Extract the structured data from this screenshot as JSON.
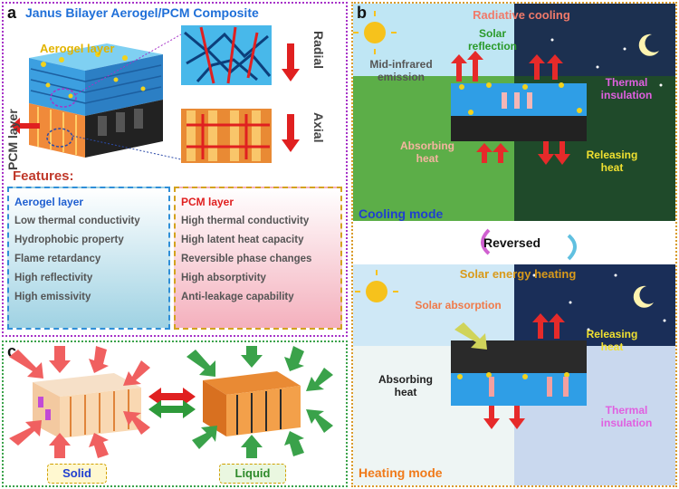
{
  "panel_a": {
    "letter": "a",
    "title": "Janus Bilayer Aerogel/PCM Composite",
    "aerogel_layer_label": "Aerogel layer",
    "pcm_layer_label": "PCM layer",
    "radial_label": "Radial",
    "axial_label": "Axial",
    "features_title": "Features:",
    "aerogel_box": {
      "header": "Aerogel layer",
      "items": [
        "Low thermal conductivity",
        "Hydrophobic property",
        "Flame retardancy",
        "High reflectivity",
        "High emissivity"
      ]
    },
    "pcm_box": {
      "header": "PCM layer",
      "items": [
        "High thermal conductivity",
        "High latent heat capacity",
        "Reversible phase changes",
        "High absorptivity",
        "Anti-leakage capability"
      ]
    }
  },
  "panel_b": {
    "letter": "b",
    "cooling": {
      "radiative_cooling": "Radiative cooling",
      "solar_reflection": "Solar\nreflection",
      "mid_infrared": "Mid-infrared\nemission",
      "thermal_insulation": "Thermal\ninsulation",
      "absorbing_heat": "Absorbing\nheat",
      "releasing_heat": "Releasing\nheat",
      "mode": "Cooling mode"
    },
    "reversed": "Reversed",
    "heating": {
      "solar_energy_heating": "Solar energy heating",
      "solar_absorption": "Solar absorption",
      "releasing_heat": "Releasing\nheat",
      "absorbing_heat": "Absorbing\nheat",
      "thermal_insulation": "Thermal\ninsulation",
      "mode": "Heating mode"
    }
  },
  "panel_c": {
    "letter": "c",
    "solid_label": "Solid",
    "liquid_label": "Liquid"
  }
}
